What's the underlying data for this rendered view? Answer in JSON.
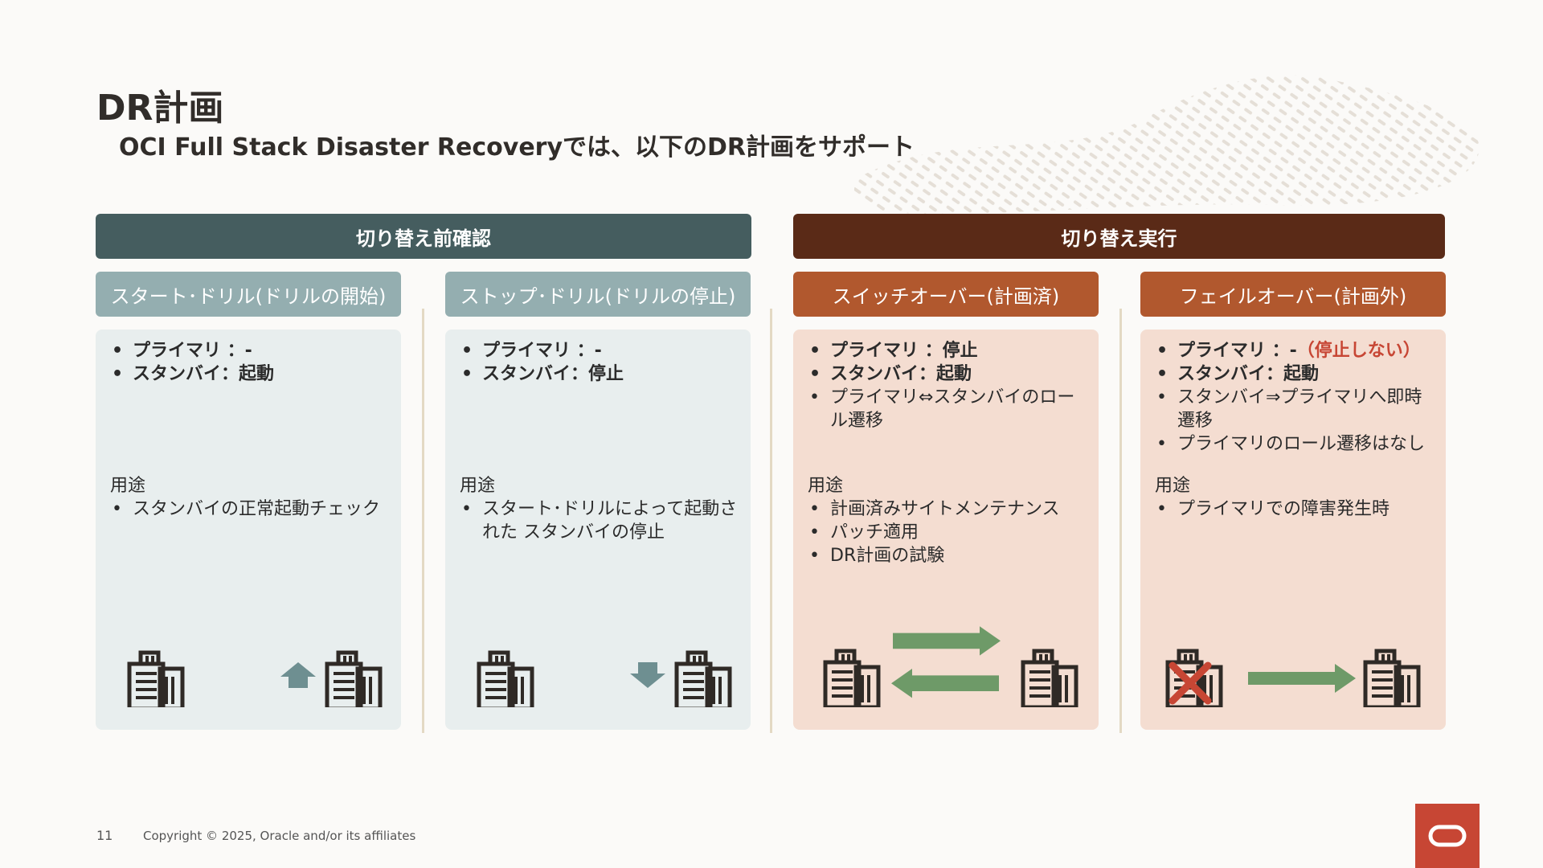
{
  "title": "DR計画",
  "subtitle": "OCI Full Stack Disaster Recoveryでは、以下のDR計画をサポート",
  "sections": [
    {
      "label": "切り替え前確認"
    },
    {
      "label": "切り替え実行"
    }
  ],
  "plans": [
    {
      "header": "スタート･ドリル(ドリルの開始)",
      "bullets": [
        "プライマリ ：-",
        "スタンバイ：起動"
      ],
      "extra_bullets": [],
      "usage_label": "用途",
      "usage_items": [
        "スタンバイの正常起動チェック"
      ],
      "icon": "building-arrow-up-icon"
    },
    {
      "header": "ストップ･ドリル(ドリルの停止)",
      "bullets": [
        "プライマリ ：-",
        "スタンバイ：停止"
      ],
      "extra_bullets": [],
      "usage_label": "用途",
      "usage_items": [
        "スタート･ドリルによって起動された スタンバイの停止"
      ],
      "icon": "building-arrow-down-icon"
    },
    {
      "header": "スイッチオーバー(計画済)",
      "bullets": [
        "プライマリ ：停止",
        "スタンバイ：起動"
      ],
      "extra_bullets": [
        "プライマリ⇔スタンバイのロール遷移"
      ],
      "usage_label": "用途",
      "usage_items": [
        "計画済みサイトメンテナンス",
        "パッチ適用",
        "DR計画の試験"
      ],
      "icon": "bidirectional-switch-icon"
    },
    {
      "header": "フェイルオーバー(計画外)",
      "bullets": [
        "プライマリ ：-",
        "スタンバイ：起動"
      ],
      "primary_note": "（停止しない）",
      "extra_bullets": [
        "スタンバイ⇒プライマリへ即時遷移",
        "プライマリのロール遷移はなし"
      ],
      "usage_label": "用途",
      "usage_items": [
        "プライマリでの障害発生時"
      ],
      "icon": "failed-building-arrow-icon"
    }
  ],
  "footer": {
    "page_number": "11",
    "copyright": "Copyright © 2025, Oracle and/or its affiliates"
  },
  "colors": {
    "check_header": "#455d5f",
    "exec_header": "#5a2a17",
    "gray_plan": "#94aeb0",
    "orange_plan": "#b1582e",
    "gray_card": "#e8eeee",
    "orange_card": "#f4ddd1",
    "arrow_gray": "#6e8f91",
    "arrow_green": "#6e9a68",
    "failure_red": "#c74634",
    "oracle_red": "#c74634"
  }
}
